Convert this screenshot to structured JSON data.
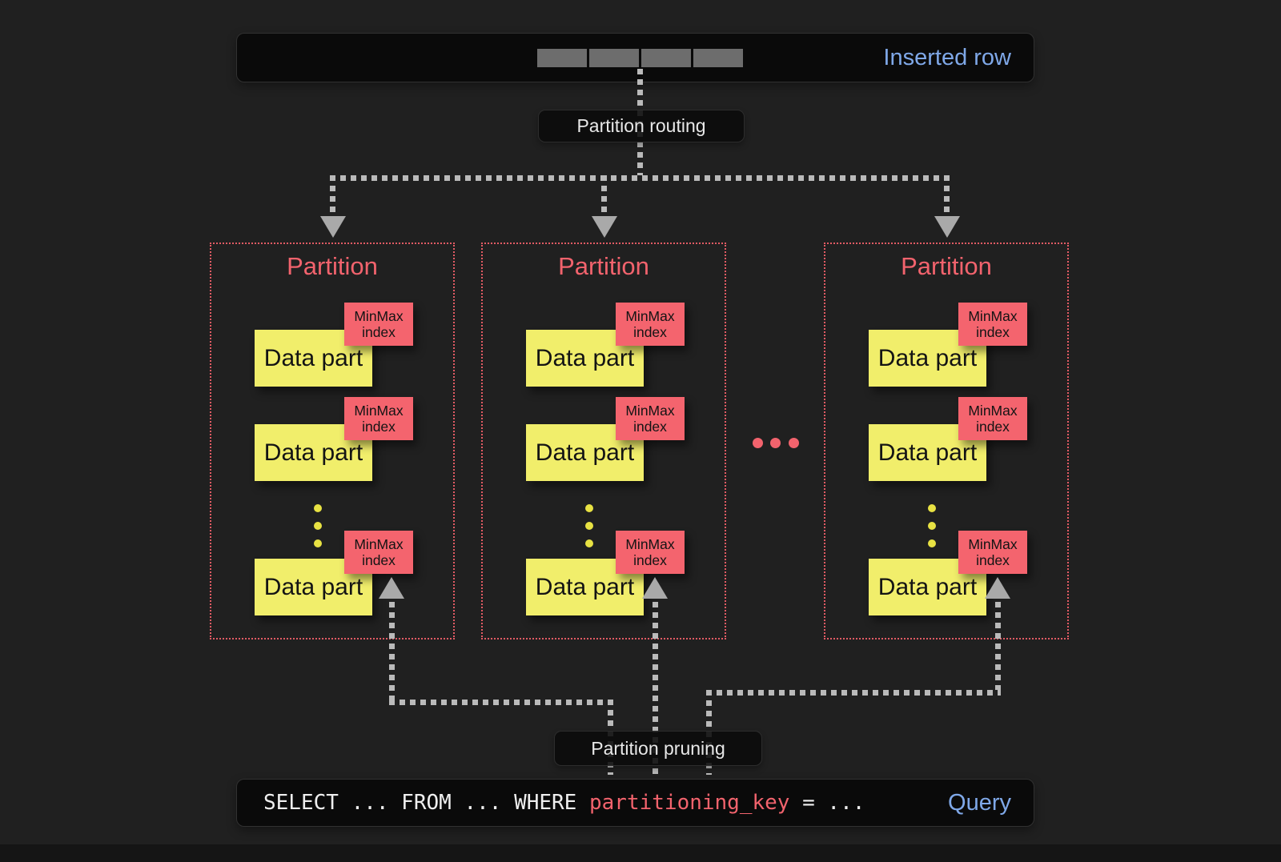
{
  "colors": {
    "page_background": "#202020",
    "bar_background": "#0a0a0a",
    "accent_blue": "#7fa8e8",
    "accent_salmon": "#f2636d",
    "partition_border": "#e25b64",
    "data_part_yellow": "#f1ee6b",
    "minmax_red": "#f4646e",
    "connector_gray": "#bababa",
    "row_cell_gray": "#6d6d6d"
  },
  "inserted_row_bar": {
    "label": "Inserted row",
    "cell_count": 4
  },
  "routing": {
    "label": "Partition routing"
  },
  "pruning": {
    "label": "Partition pruning"
  },
  "partitions": [
    {
      "title": "Partition",
      "parts": [
        {
          "label": "Data part",
          "minmax": [
            "MinMax",
            "index"
          ]
        },
        {
          "label": "Data part",
          "minmax": [
            "MinMax",
            "index"
          ]
        },
        {
          "label": "Data part",
          "minmax": [
            "MinMax",
            "index"
          ]
        }
      ]
    },
    {
      "title": "Partition",
      "parts": [
        {
          "label": "Data part",
          "minmax": [
            "MinMax",
            "index"
          ]
        },
        {
          "label": "Data part",
          "minmax": [
            "MinMax",
            "index"
          ]
        },
        {
          "label": "Data part",
          "minmax": [
            "MinMax",
            "index"
          ]
        }
      ]
    },
    {
      "title": "Partition",
      "parts": [
        {
          "label": "Data part",
          "minmax": [
            "MinMax",
            "index"
          ]
        },
        {
          "label": "Data part",
          "minmax": [
            "MinMax",
            "index"
          ]
        },
        {
          "label": "Data part",
          "minmax": [
            "MinMax",
            "index"
          ]
        }
      ]
    }
  ],
  "query_bar": {
    "sql_prefix": "SELECT ... FROM ... WHERE ",
    "sql_key": "partitioning_key",
    "sql_suffix": " = ...",
    "label": "Query"
  }
}
